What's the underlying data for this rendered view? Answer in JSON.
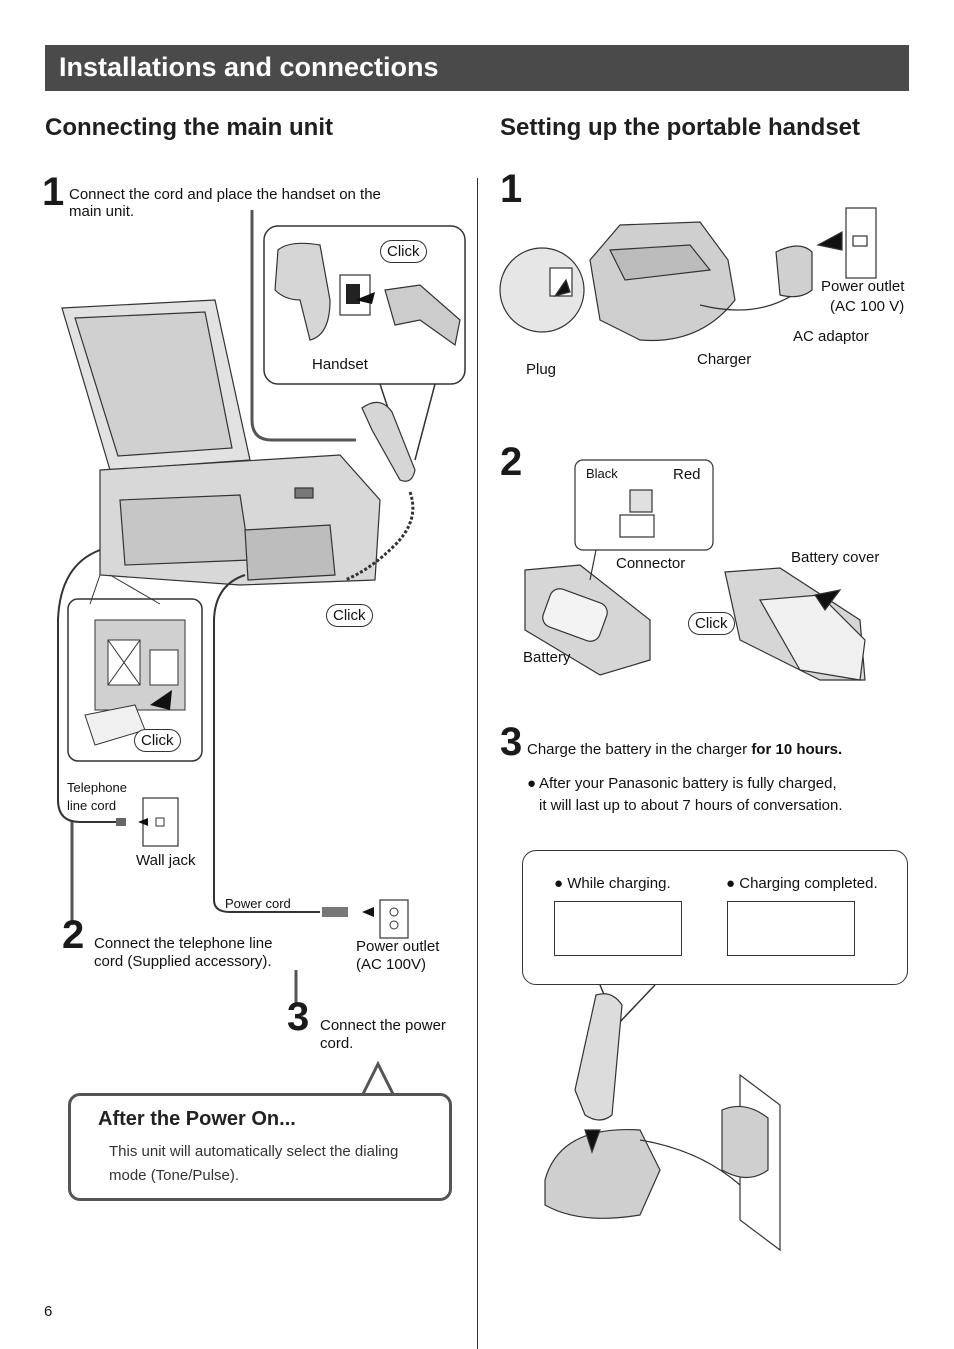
{
  "header": {
    "title": "Installations and connections"
  },
  "left": {
    "heading": "Connecting the main unit",
    "step1": {
      "num": "1",
      "text_line1": "Connect the cord and place the handset on the",
      "text_line2": "main unit."
    },
    "labels": {
      "click_top": "Click",
      "handset": "Handset",
      "click_cord": "Click",
      "click_jack": "Click",
      "telephone_line1": "Telephone",
      "telephone_line2": "line cord",
      "wall_jack": "Wall jack",
      "power_cord": "Power cord",
      "power_outlet_line1": "Power outlet",
      "power_outlet_line2": "(AC 100V)"
    },
    "step2": {
      "num": "2",
      "text_line1": "Connect the telephone line",
      "text_line2": "cord (Supplied accessory)."
    },
    "step3": {
      "num": "3",
      "text_line1": "Connect the power",
      "text_line2": "cord."
    },
    "after_box": {
      "title": "After the Power On...",
      "line1": "This unit will automatically select the dialing",
      "line2": "mode (Tone/Pulse)."
    }
  },
  "right": {
    "heading": "Setting up the portable handset",
    "step1": {
      "num": "1",
      "power_outlet_line1": "Power outlet",
      "power_outlet_line2": "(AC 100 V)",
      "ac_adaptor": "AC adaptor",
      "charger": "Charger",
      "plug": "Plug"
    },
    "step2": {
      "num": "2",
      "black": "Black",
      "red": "Red",
      "connector": "Connector",
      "battery_cover": "Battery cover",
      "click": "Click",
      "battery": "Battery"
    },
    "step3": {
      "num": "3",
      "text": "Charge the battery in the charger",
      "text_bold": "for 10 hours.",
      "bullet_line1": "After your Panasonic battery is fully charged,",
      "bullet_line2": "it will last up to about 7 hours of conversation.",
      "while_charging": "While charging.",
      "charging_completed": "Charging completed."
    }
  },
  "footer": {
    "page_number": "6"
  },
  "colors": {
    "banner": "#4a4a4a",
    "illustration_fill": "#d6d6d6",
    "line": "#333333"
  }
}
